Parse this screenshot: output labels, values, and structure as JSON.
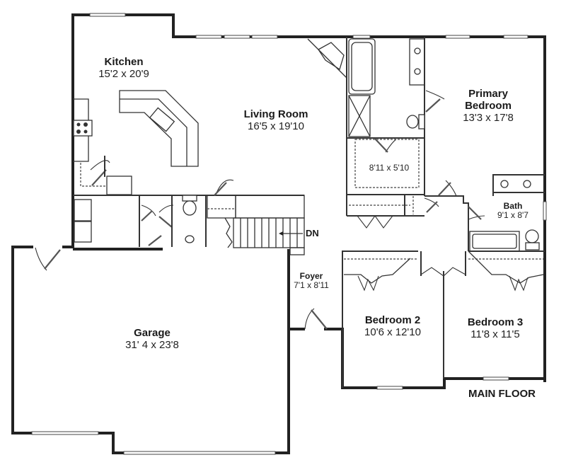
{
  "plan": {
    "title": "MAIN FLOOR",
    "stair_label": "DN",
    "rooms": [
      {
        "id": "kitchen",
        "name": "Kitchen",
        "dims": "15'2 x 20'9"
      },
      {
        "id": "living",
        "name": "Living Room",
        "dims": "16'5 x 19'10"
      },
      {
        "id": "primary",
        "name": "Primary Bedroom",
        "name_line1": "Primary",
        "name_line2": "Bedroom",
        "dims": "13'3 x 17'8"
      },
      {
        "id": "closet",
        "name": "",
        "dims": "8'11 x 5'10"
      },
      {
        "id": "bath",
        "name": "Bath",
        "dims": "9'1 x 8'7"
      },
      {
        "id": "foyer",
        "name": "Foyer",
        "dims": "7'1 x 8'11"
      },
      {
        "id": "bed2",
        "name": "Bedroom 2",
        "dims": "10'6 x 12'10"
      },
      {
        "id": "bed3",
        "name": "Bedroom 3",
        "dims": "11'8 x 11'5"
      },
      {
        "id": "garage",
        "name": "Garage",
        "dims": "31' 4 x 23'8"
      }
    ],
    "colors": {
      "wall": "#222222",
      "background": "#ffffff"
    }
  }
}
